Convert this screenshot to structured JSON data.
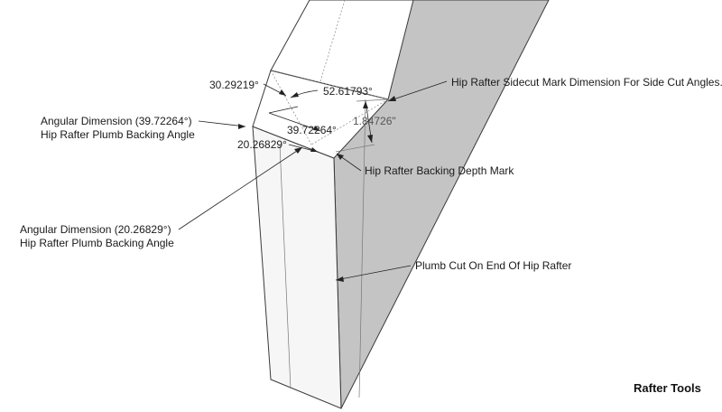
{
  "annotations": {
    "sidecut_mark": "Hip Rafter Sidecut Mark Dimension For Side Cut Angles.",
    "angular_upper_title": "Angular Dimension (39.72264°)",
    "angular_upper_sub": "Hip Rafter Plumb Backing Angle",
    "backing_depth_mark": "Hip Rafter Backing Depth Mark",
    "angular_lower_title": "Angular Dimension (20.26829°)",
    "angular_lower_sub": "Hip Rafter Plumb Backing Angle",
    "plumb_cut": "Plumb Cut On End Of Hip Rafter"
  },
  "dimensions": {
    "angle_a": "30.29219°",
    "angle_b": "52.61793°",
    "angle_c": "39.72264°",
    "angle_d": "20.26829°",
    "length_e": "1.84726\""
  },
  "brand": "Rafter Tools",
  "colors": {
    "side_face": "#c4c4c4",
    "front_face": "#f6f6f6",
    "plumb_face": "#e9e9e9",
    "top_face": "#ffffff",
    "edge": "#3a3a3a"
  }
}
